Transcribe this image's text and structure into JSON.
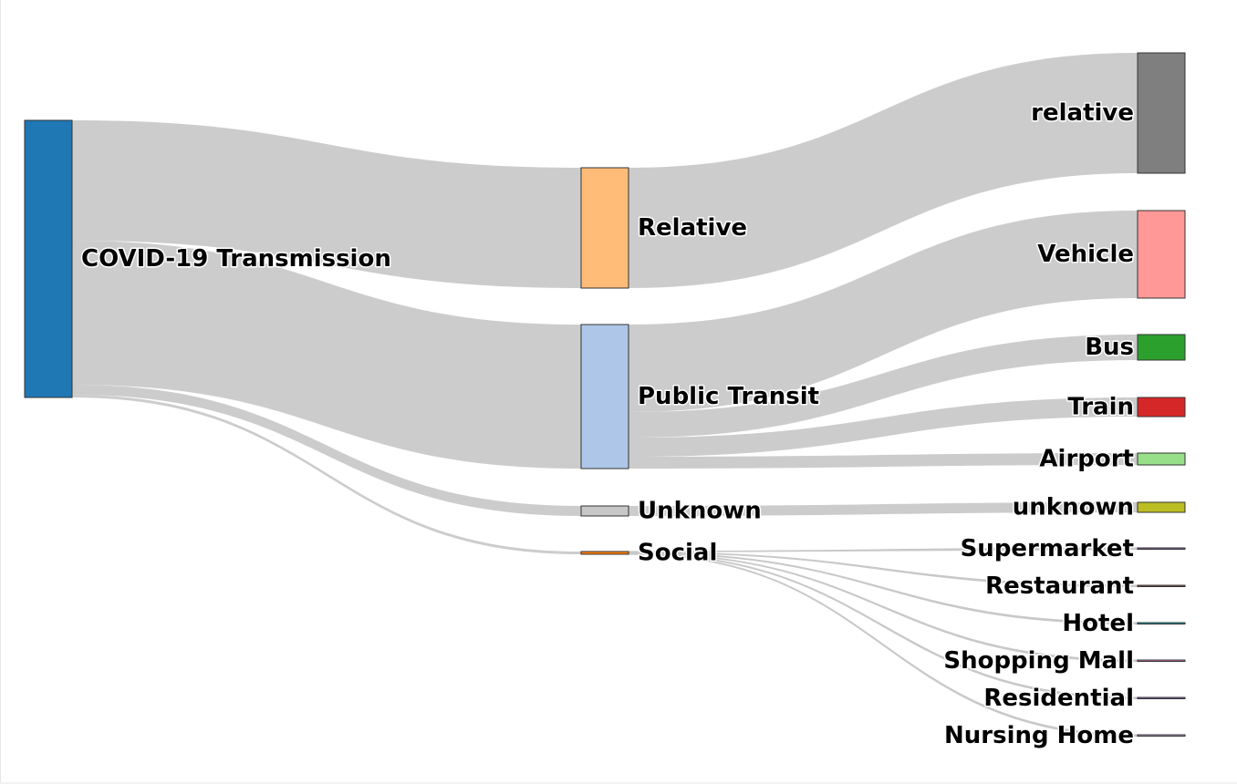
{
  "diagram": {
    "type": "sankey",
    "nodes": [
      {
        "id": "covid",
        "label": "COVID-19 Transmission",
        "color": "#1f77b4"
      },
      {
        "id": "relative",
        "label": "Relative",
        "color": "#ffbb78"
      },
      {
        "id": "transit",
        "label": "Public Transit",
        "color": "#aec7e8"
      },
      {
        "id": "unknown",
        "label": "Unknown",
        "color": "#c7c7c7"
      },
      {
        "id": "social",
        "label": "Social",
        "color": "#ff7f0e"
      },
      {
        "id": "relative2",
        "label": "relative",
        "color": "#7f7f7f"
      },
      {
        "id": "vehicle",
        "label": "Vehicle",
        "color": "#ff9896"
      },
      {
        "id": "bus",
        "label": "Bus",
        "color": "#2ca02c"
      },
      {
        "id": "train",
        "label": "Train",
        "color": "#d62728"
      },
      {
        "id": "airport",
        "label": "Airport",
        "color": "#98df8a"
      },
      {
        "id": "unknown2",
        "label": "unknown",
        "color": "#bcbd22"
      },
      {
        "id": "supermarket",
        "label": "Supermarket",
        "color": "#9467bd"
      },
      {
        "id": "restaurant",
        "label": "Restaurant",
        "color": "#8c564b"
      },
      {
        "id": "hotel",
        "label": "Hotel",
        "color": "#17becf"
      },
      {
        "id": "mall",
        "label": "Shopping Mall",
        "color": "#e377c2"
      },
      {
        "id": "residential",
        "label": "Residential",
        "color": "#9467bd"
      },
      {
        "id": "nursing",
        "label": "Nursing Home",
        "color": "#c5b0d5"
      }
    ],
    "links": [
      {
        "source": "covid",
        "target": "relative",
        "value": 132
      },
      {
        "source": "covid",
        "target": "transit",
        "value": 158
      },
      {
        "source": "covid",
        "target": "unknown",
        "value": 11
      },
      {
        "source": "covid",
        "target": "social",
        "value": 3
      },
      {
        "source": "relative",
        "target": "relative2",
        "value": 132
      },
      {
        "source": "transit",
        "target": "vehicle",
        "value": 96
      },
      {
        "source": "transit",
        "target": "bus",
        "value": 28
      },
      {
        "source": "transit",
        "target": "train",
        "value": 21
      },
      {
        "source": "transit",
        "target": "airport",
        "value": 13
      },
      {
        "source": "unknown",
        "target": "unknown2",
        "value": 11
      },
      {
        "source": "social",
        "target": "supermarket",
        "value": 0.5
      },
      {
        "source": "social",
        "target": "restaurant",
        "value": 0.5
      },
      {
        "source": "social",
        "target": "hotel",
        "value": 0.5
      },
      {
        "source": "social",
        "target": "mall",
        "value": 0.5
      },
      {
        "source": "social",
        "target": "residential",
        "value": 0.5
      },
      {
        "source": "social",
        "target": "nursing",
        "value": 0.5
      }
    ]
  }
}
